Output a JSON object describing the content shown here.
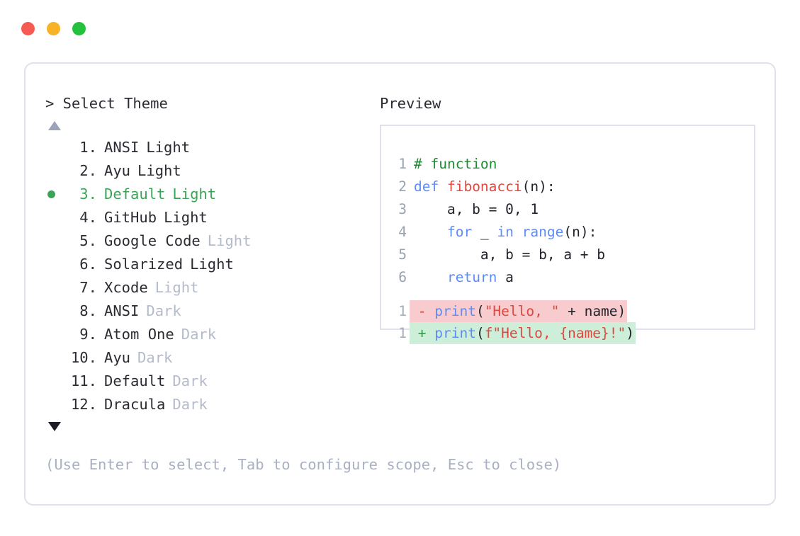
{
  "window": {
    "dots": [
      {
        "name": "close",
        "color": "#f65b52"
      },
      {
        "name": "minimize",
        "color": "#f7b227"
      },
      {
        "name": "maximize",
        "color": "#23c13c"
      }
    ]
  },
  "left_panel": {
    "prompt": "> Select Theme",
    "scroll_up_icon": "triangle-up-icon",
    "scroll_down_icon": "triangle-down-icon",
    "selected_index": 3,
    "selected_color": "#3aa655",
    "items": [
      {
        "index": " 1.",
        "name": "ANSI",
        "tag": "Light",
        "tag_muted": false,
        "selected": false
      },
      {
        "index": " 2.",
        "name": "Ayu",
        "tag": "Light",
        "tag_muted": false,
        "selected": false
      },
      {
        "index": " 3.",
        "name": "Default",
        "tag": "Light",
        "tag_muted": false,
        "selected": true
      },
      {
        "index": " 4.",
        "name": "GitHub",
        "tag": "Light",
        "tag_muted": false,
        "selected": false
      },
      {
        "index": " 5.",
        "name": "Google Code",
        "tag": "Light",
        "tag_muted": true,
        "selected": false
      },
      {
        "index": " 6.",
        "name": "Solarized",
        "tag": "Light",
        "tag_muted": false,
        "selected": false
      },
      {
        "index": " 7.",
        "name": "Xcode",
        "tag": "Light",
        "tag_muted": true,
        "selected": false
      },
      {
        "index": " 8.",
        "name": "ANSI",
        "tag": "Dark",
        "tag_muted": true,
        "selected": false
      },
      {
        "index": " 9.",
        "name": "Atom One",
        "tag": "Dark",
        "tag_muted": true,
        "selected": false
      },
      {
        "index": "10.",
        "name": "Ayu",
        "tag": "Dark",
        "tag_muted": true,
        "selected": false
      },
      {
        "index": "11.",
        "name": "Default",
        "tag": "Dark",
        "tag_muted": true,
        "selected": false
      },
      {
        "index": "12.",
        "name": "Dracula",
        "tag": "Dark",
        "tag_muted": true,
        "selected": false
      }
    ]
  },
  "right_panel": {
    "title": "Preview",
    "code_lines": [
      {
        "no": "1",
        "tokens": [
          {
            "t": "# function",
            "c": "comment"
          }
        ]
      },
      {
        "no": "2",
        "tokens": [
          {
            "t": "def ",
            "c": "kw"
          },
          {
            "t": "fibonacci",
            "c": "fn"
          },
          {
            "t": "(n):",
            "c": "plain"
          }
        ]
      },
      {
        "no": "3",
        "tokens": [
          {
            "t": "    a, b = 0, 1",
            "c": "plain"
          }
        ]
      },
      {
        "no": "4",
        "tokens": [
          {
            "t": "    ",
            "c": "plain"
          },
          {
            "t": "for",
            "c": "kw"
          },
          {
            "t": " _ ",
            "c": "plain"
          },
          {
            "t": "in range",
            "c": "kw"
          },
          {
            "t": "(n):",
            "c": "plain"
          }
        ]
      },
      {
        "no": "5",
        "tokens": [
          {
            "t": "        a, b = b, a + b",
            "c": "plain"
          }
        ]
      },
      {
        "no": "6",
        "tokens": [
          {
            "t": "    ",
            "c": "plain"
          },
          {
            "t": "return",
            "c": "kw"
          },
          {
            "t": " a",
            "c": "plain"
          }
        ]
      }
    ],
    "diff_lines": [
      {
        "no": "1",
        "kind": "del",
        "sign": "-",
        "bg": "#f8ccce",
        "tokens": [
          {
            "t": "print",
            "c": "kw"
          },
          {
            "t": "(",
            "c": "plain"
          },
          {
            "t": "\"Hello, \"",
            "c": "str"
          },
          {
            "t": " + name)",
            "c": "plain"
          }
        ]
      },
      {
        "no": "1",
        "kind": "add",
        "sign": "+",
        "bg": "#cdeed9",
        "tokens": [
          {
            "t": "print",
            "c": "kw"
          },
          {
            "t": "(",
            "c": "plain"
          },
          {
            "t": "f\"Hello, {name}!\"",
            "c": "str"
          },
          {
            "t": ")",
            "c": "plain"
          }
        ]
      }
    ]
  },
  "footer": {
    "hint": "(Use Enter to select, Tab to configure scope, Esc to close)"
  }
}
